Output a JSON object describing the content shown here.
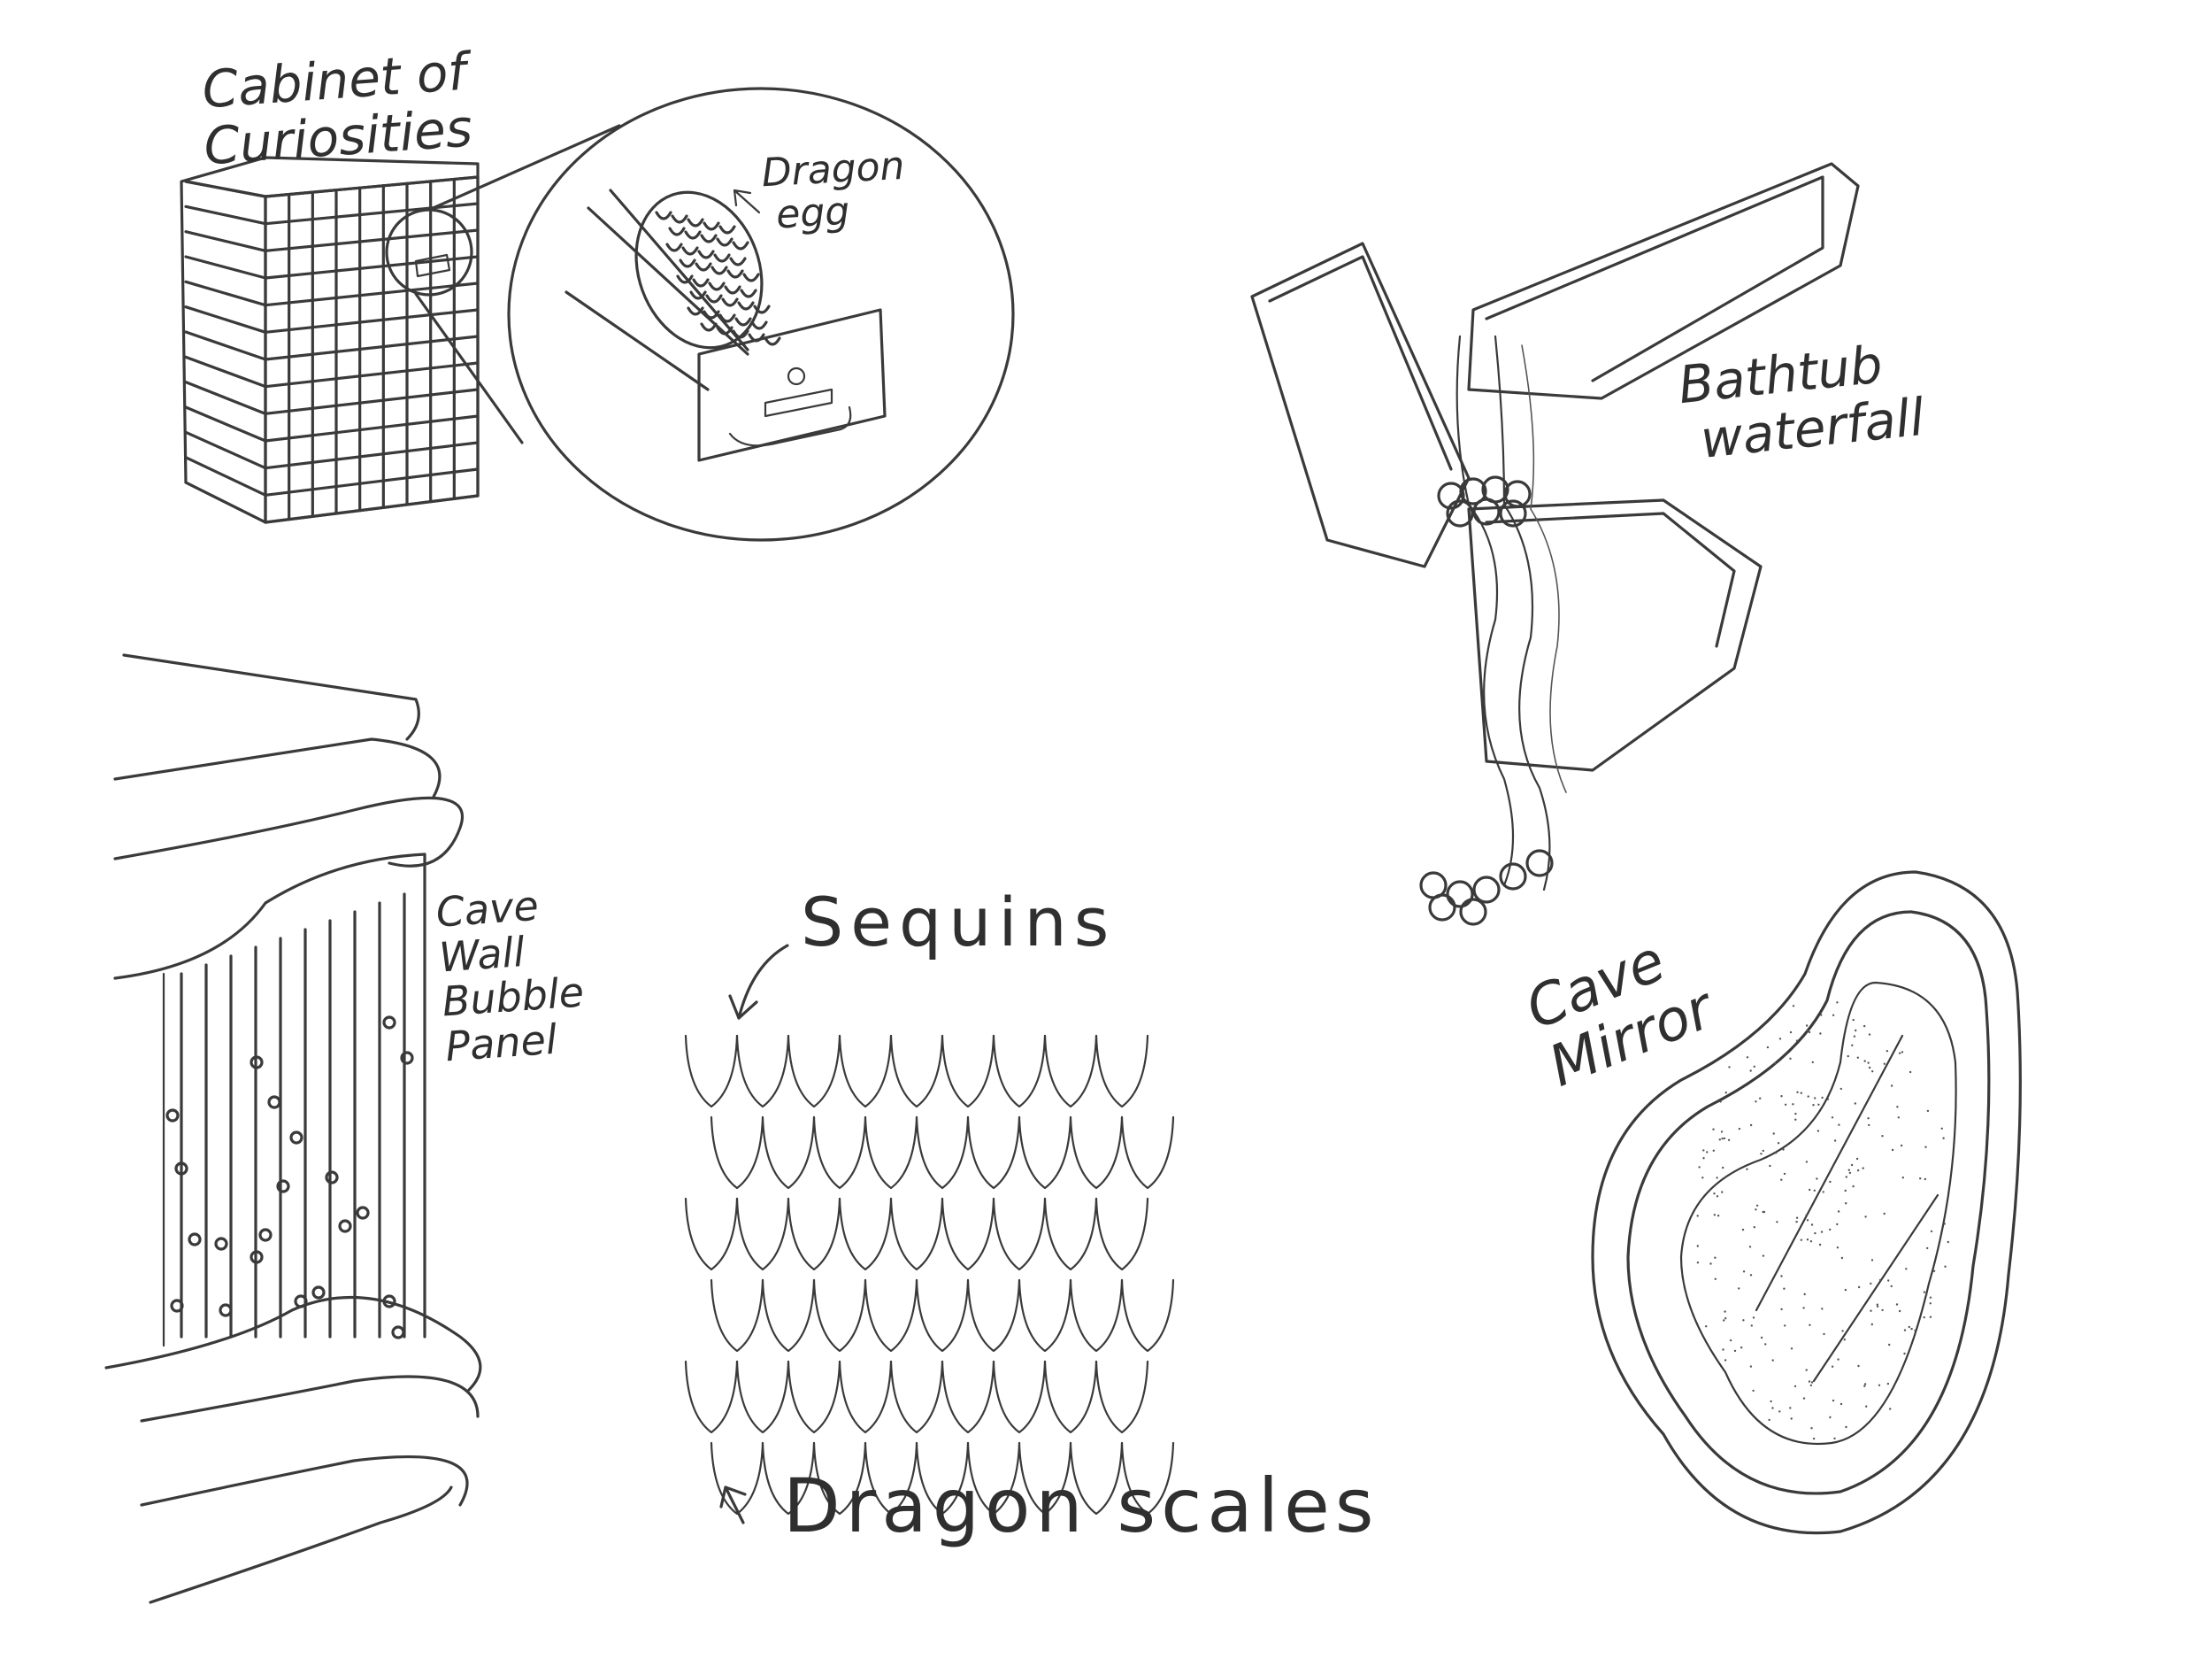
{
  "labels": {
    "cabinet": "Cabinet of\nCuriosities",
    "dragon_egg": "Dragon\n egg",
    "bathtub_waterfall": "Bathtub\n waterfall",
    "cave_wall_panel": "Cave\nWall\nBubble\nPanel",
    "sequins": "Sequins",
    "cave_mirror": "Cave\nMirror",
    "dragon_scales": "Dragon scales"
  },
  "colors": {
    "ink": "#3a3a3a",
    "paper": "#ffffff"
  }
}
